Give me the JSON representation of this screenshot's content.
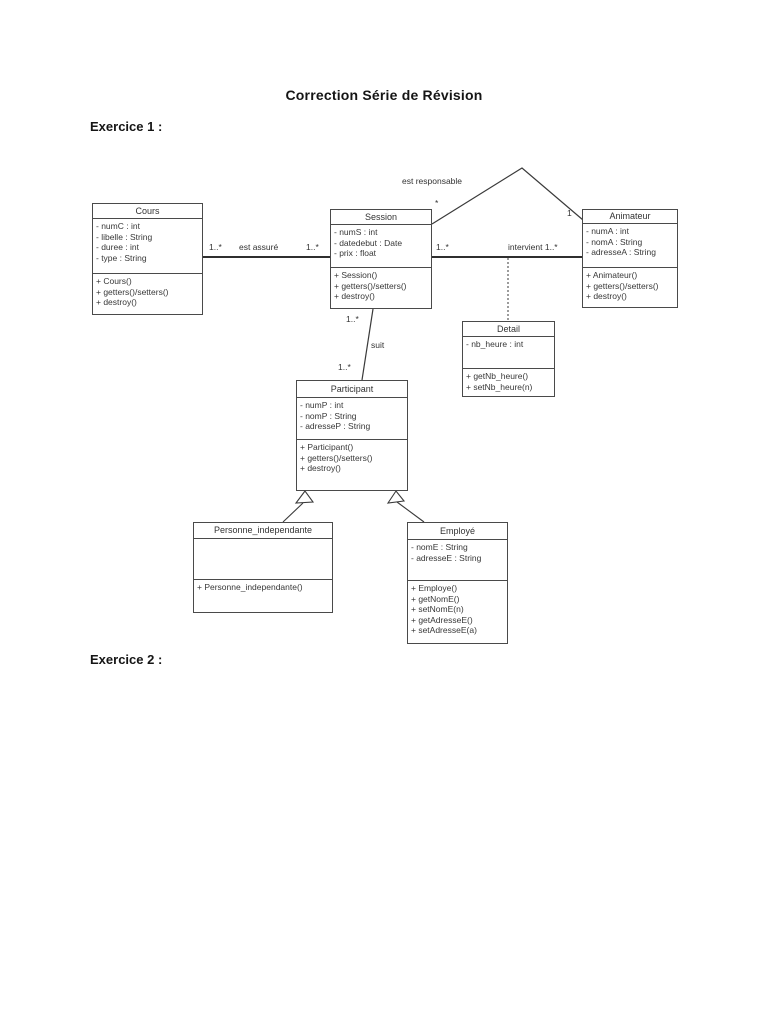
{
  "page": {
    "title": "Correction Série de Révision",
    "section1": "Exercice 1 :",
    "section2": "Exercice 2 :"
  },
  "diagram": {
    "classes": [
      {
        "name": "Cours",
        "attributes": [
          "- numC : int",
          "- libelle : String",
          "- duree : int",
          "- type : String"
        ],
        "methods": [
          "+ Cours()",
          "+ getters()/setters()",
          "+ destroy()"
        ]
      },
      {
        "name": "Session",
        "attributes": [
          "- numS : int",
          "- datedebut : Date",
          "- prix : float"
        ],
        "methods": [
          "+ Session()",
          "+ getters()/setters()",
          "+ destroy()"
        ]
      },
      {
        "name": "Animateur",
        "attributes": [
          "- numA : int",
          "- nomA : String",
          "- adresseA : String"
        ],
        "methods": [
          "+ Animateur()",
          "+ getters()/setters()",
          "+ destroy()"
        ]
      },
      {
        "name": "Detail",
        "attributes": [
          "- nb_heure : int"
        ],
        "methods": [
          "+ getNb_heure()",
          "+ setNb_heure(n)"
        ]
      },
      {
        "name": "Participant",
        "attributes": [
          "- numP : int",
          "- nomP : String",
          "- adresseP : String"
        ],
        "methods": [
          "+ Participant()",
          "+ getters()/setters()",
          "+ destroy()"
        ]
      },
      {
        "name": "Personne_independante",
        "attributes": [],
        "methods": [
          "+ Personne_independante()"
        ]
      },
      {
        "name": "Employé",
        "attributes": [
          "- nomE : String",
          "- adresseE : String"
        ],
        "methods": [
          "+ Employe()",
          "+ getNomE()",
          "+ setNomE(n)",
          "+ getAdresseE()",
          "+ setAdresseE(a)"
        ]
      }
    ],
    "associations": {
      "est_responsable": {
        "label": "est responsable",
        "session_mult": "*",
        "animateur_mult": "1"
      },
      "est_assure": {
        "label": "est assuré",
        "cours_mult": "1..*",
        "session_mult": "1..*"
      },
      "intervient": {
        "label": "intervient 1..*",
        "session_mult": "1..*"
      },
      "suit": {
        "label": "suit",
        "session_mult": "1..*",
        "participant_mult": "1..*"
      }
    }
  }
}
